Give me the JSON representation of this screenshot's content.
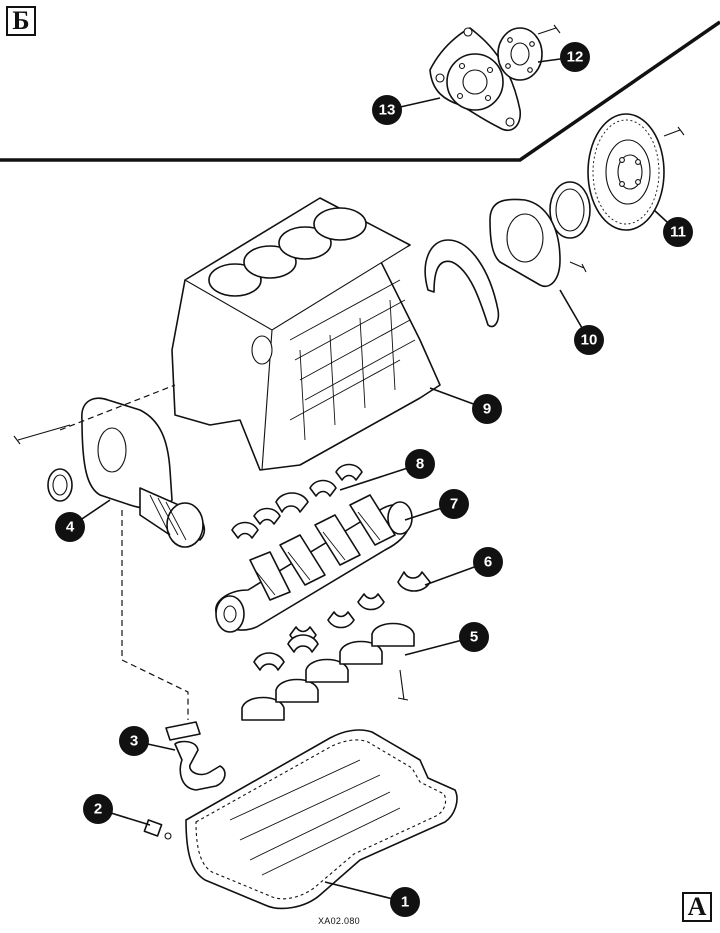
{
  "frames": {
    "top_left": "Б",
    "bottom_right": "А"
  },
  "drawing_code": "XA02.080",
  "callouts": [
    "1",
    "2",
    "3",
    "4",
    "5",
    "6",
    "7",
    "8",
    "9",
    "10",
    "11",
    "12",
    "13"
  ]
}
